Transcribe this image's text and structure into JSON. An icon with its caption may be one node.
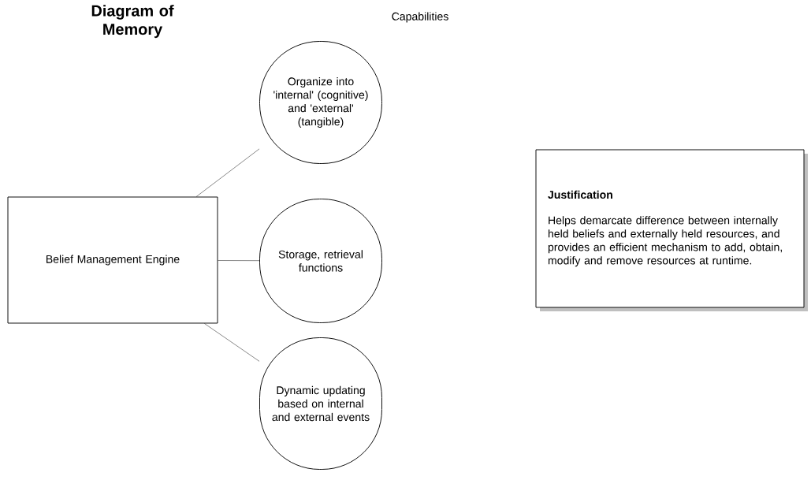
{
  "diagram": {
    "title": "Diagram of Memory",
    "nodes": [
      {
        "text": [
          "Belief Management Engine"
        ]
      },
      {
        "text": [
          "Organize into 'internal' (cognitive) and 'external' (tangible)"
        ]
      },
      {
        "text": [
          "Storage, retrieval functions"
        ]
      },
      {
        "text": [
          "Dynamic updating based on internal and external events"
        ]
      },
      {
        "text": [
          "Justification",
          "Helps demarcate difference between internally held beliefs and externally held resources, and provides an efficient mechanism to add, obtain, modify and remove resources at runtime."
        ]
      }
    ],
    "edges": [
      {
        "from": 0,
        "to": 1,
        "arrow": "none"
      },
      {
        "from": 0,
        "to": 2,
        "arrow": "none"
      },
      {
        "from": 0,
        "to": 3,
        "arrow": "none"
      }
    ],
    "labels": [
      "Capabilities"
    ]
  }
}
